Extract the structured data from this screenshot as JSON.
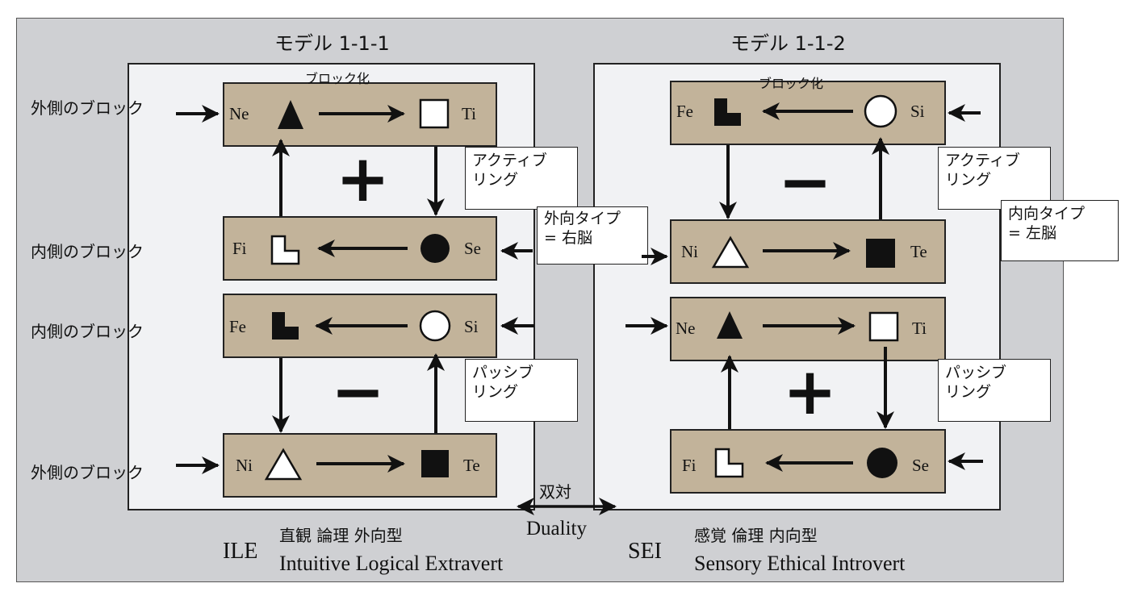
{
  "left": {
    "model_title": "モデル 1-1-1",
    "blocking_label": "ブロック化",
    "ring_sign_active": "+",
    "ring_sign_passive": "−",
    "row1": {
      "left_fn": "Ne",
      "right_fn": "Ti"
    },
    "row2": {
      "left_fn": "Fi",
      "right_fn": "Se"
    },
    "row3": {
      "left_fn": "Fe",
      "right_fn": "Si"
    },
    "row4": {
      "left_fn": "Ni",
      "right_fn": "Te"
    },
    "side_labels": [
      "外側のブロック",
      "内側のブロック",
      "内側のブロック",
      "外側のブロック"
    ],
    "active_ring": [
      "アクティブ",
      "リング"
    ],
    "passive_ring": [
      "パッシブ",
      "リング"
    ],
    "type_note": [
      "外向タイプ",
      "= 右脳"
    ],
    "code": "ILE",
    "jp_name": "直観 論理 外向型",
    "en_name": "Intuitive Logical Extravert"
  },
  "right": {
    "model_title": "モデル 1-1-2",
    "blocking_label": "ブロック化",
    "ring_sign_active": "−",
    "ring_sign_passive": "+",
    "row1": {
      "left_fn": "Fe",
      "right_fn": "Si"
    },
    "row2": {
      "left_fn": "Ni",
      "right_fn": "Te"
    },
    "row3": {
      "left_fn": "Ne",
      "right_fn": "Ti"
    },
    "row4": {
      "left_fn": "Fi",
      "right_fn": "Se"
    },
    "active_ring": [
      "アクティブ",
      "リング"
    ],
    "passive_ring": [
      "パッシブ",
      "リング"
    ],
    "type_note": [
      "内向タイプ",
      "= 左脳"
    ],
    "code": "SEI",
    "jp_name": "感覚 倫理 内向型",
    "en_name": "Sensory Ethical Introvert"
  },
  "center": {
    "duality_jp": "双対",
    "duality_en": "Duality"
  }
}
